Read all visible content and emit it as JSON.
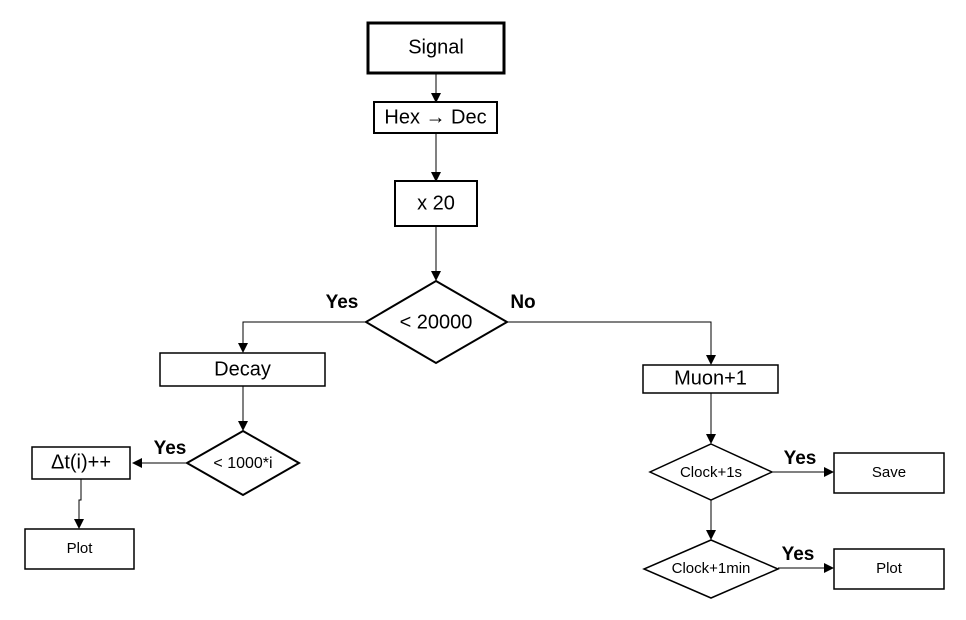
{
  "nodes": {
    "signal": "Signal",
    "hex_dec": "Hex → Dec",
    "x20": "x 20",
    "lt20000": "< 20000",
    "decay": "Decay",
    "muon": "Muon+1",
    "lt1000i": "< 1000*i",
    "dt": "Δt(i)++",
    "plot_left": "Plot",
    "clock1s": "Clock+1s",
    "save": "Save",
    "clock1min": "Clock+1min",
    "plot_right": "Plot"
  },
  "edges": {
    "yes_main": "Yes",
    "no_main": "No",
    "yes_decay": "Yes",
    "yes_clock1s": "Yes",
    "yes_clock1min": "Yes"
  }
}
